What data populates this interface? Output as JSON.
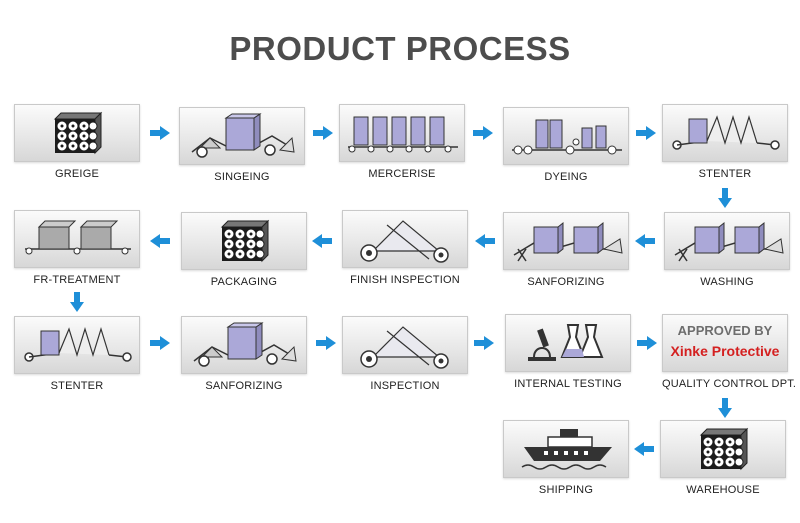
{
  "title": "PRODUCT PROCESS",
  "arrow_color": "#1e8fd8",
  "steps": [
    {
      "label": "GREIGE",
      "icon": "fabric-roll-stack-icon"
    },
    {
      "label": "SINGEING",
      "icon": "singeing-machine-icon"
    },
    {
      "label": "MERCERISE",
      "icon": "mercerise-machine-icon"
    },
    {
      "label": "DYEING",
      "icon": "dyeing-machine-icon"
    },
    {
      "label": "STENTER",
      "icon": "stenter-machine-icon"
    },
    {
      "label": "WASHING",
      "icon": "washing-machine-icon"
    },
    {
      "label": "SANFORIZING",
      "icon": "sanforizing-machine-icon"
    },
    {
      "label": "FINISH  INSPECTION",
      "icon": "inspection-frame-icon"
    },
    {
      "label": "PACKAGING",
      "icon": "fabric-roll-stack-icon"
    },
    {
      "label": "FR-TREATMENT",
      "icon": "fr-treatment-machine-icon"
    },
    {
      "label": "STENTER",
      "icon": "stenter-machine-icon"
    },
    {
      "label": "SANFORIZING",
      "icon": "sanforizing-machine-icon"
    },
    {
      "label": "INSPECTION",
      "icon": "inspection-frame-icon"
    },
    {
      "label": "INTERNAL TESTING",
      "icon": "microscope-flask-icon"
    },
    {
      "label": "QUALITY CONTROL DPT.",
      "icon": "approval-stamp"
    },
    {
      "label": "WAREHOUSE",
      "icon": "fabric-roll-stack-icon"
    },
    {
      "label": "SHIPPING",
      "icon": "ship-icon"
    }
  ],
  "stamp": {
    "line1": "APPROVED BY",
    "line2": "Xinke Protective",
    "line2_color": "#d42020"
  }
}
